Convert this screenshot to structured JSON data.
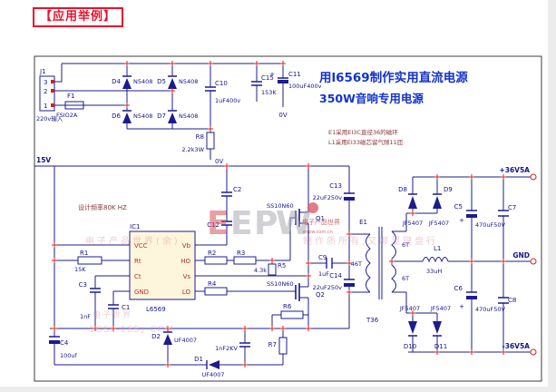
{
  "header": {
    "title": "【应用举例】"
  },
  "sch": {
    "title1": "用l6569制作实用直流电源",
    "title2": "350W音响专用电源",
    "note1": "E1采用EI3C直径36的磁环",
    "note2": "L1采用EI33磁芯留气隙11匝",
    "freq_note": "设计频率80K HZ"
  },
  "nets": {
    "v15": "15V",
    "ov_a": "0V",
    "ov_b": "0V",
    "p36": "+36V5A",
    "gnd": "GND",
    "n36": "-36V5A"
  },
  "symbols": {
    "plus": "+"
  },
  "colors": {
    "wire": "#1c1c8f",
    "title": "#1433cc",
    "accent": "#e8112d",
    "note": "#8b3333",
    "junction": "#e02020"
  },
  "components": {
    "j1": {
      "ref": "J1",
      "desc": "220v输入",
      "pins": [
        "3",
        "2",
        "1"
      ]
    },
    "f1": {
      "ref": "F1",
      "value": "FSIO2A"
    },
    "d4": {
      "ref": "D4",
      "value": "N5408"
    },
    "d5": {
      "ref": "D5",
      "value": "N5408"
    },
    "d6": {
      "ref": "D6",
      "value": "N5408"
    },
    "d7": {
      "ref": "D7",
      "value": "N5408"
    },
    "c10": {
      "ref": "C10",
      "value": "1uF400v"
    },
    "c15": {
      "ref": "C15",
      "value": "153K"
    },
    "c11": {
      "ref": "C11",
      "value": "100uF400v"
    },
    "r8": {
      "ref": "R8",
      "value": "2.2k3W"
    },
    "ic1": {
      "ref": "IC1",
      "part": "L6569",
      "pins_left": [
        "VCC",
        "Rt",
        "Ct",
        "GND"
      ],
      "pins_right": [
        "Vb",
        "HO",
        "Vs",
        "LO"
      ]
    },
    "r1": {
      "ref": "R1",
      "value": "15K"
    },
    "c3": {
      "ref": "C3",
      "value": "1nF"
    },
    "c1": {
      "ref": "C1"
    },
    "c2": {
      "ref": "C2"
    },
    "c12": {
      "ref": "C12"
    },
    "r2": {
      "ref": "R2"
    },
    "r3": {
      "ref": "R3"
    },
    "r4": {
      "ref": "R4"
    },
    "r5": {
      "ref": "R5",
      "value": "4.3k"
    },
    "r6": {
      "ref": "R6"
    },
    "r7": {
      "ref": "R7"
    },
    "q1": {
      "ref": "Q1",
      "part": "SS10N60"
    },
    "q2": {
      "ref": "Q2",
      "part": "SS10N60"
    },
    "c9": {
      "ref": "C9",
      "value": "1uF"
    },
    "c13": {
      "ref": "C13",
      "value": "22uF250v"
    },
    "c14": {
      "ref": "C14",
      "value": "22uF250v"
    },
    "e1": {
      "ref": "E1",
      "primary": "46T",
      "sec_top": "6T",
      "sec_bottom": "6T",
      "core": "T36"
    },
    "d8": {
      "ref": "D8",
      "value": "JF5407"
    },
    "d9": {
      "ref": "D9",
      "value": "JF5407"
    },
    "d10": {
      "ref": "D10",
      "value": "JF5407"
    },
    "d11": {
      "ref": "D11",
      "value": "JF5407"
    },
    "l1": {
      "ref": "L1",
      "value": "33uH"
    },
    "c5": {
      "ref": "C5",
      "value": "470uF50V"
    },
    "c6": {
      "ref": "C6",
      "value": "470uF50V"
    },
    "c7": {
      "ref": "C7"
    },
    "c8": {
      "ref": "C8"
    },
    "d2": {
      "ref": "D2",
      "value": "UF4007"
    },
    "d1": {
      "ref": "D1",
      "value": "UF4007"
    },
    "cx": {
      "ref": "1nF2KV"
    },
    "c4": {
      "ref": "C4",
      "value": "100uf"
    }
  },
  "watermark": {
    "l1": "E",
    "l2": "E",
    "l3": "P",
    "l4": "W",
    "brand": "电子产品世界",
    "brand_sub": "eepw.com.cn",
    "fade_left": "电子产品世界(余)",
    "fade_right": "制作质所有,又哪里键盘行",
    "frag1": "电子世界",
    "frag2": "1GSL-165」COM"
  }
}
